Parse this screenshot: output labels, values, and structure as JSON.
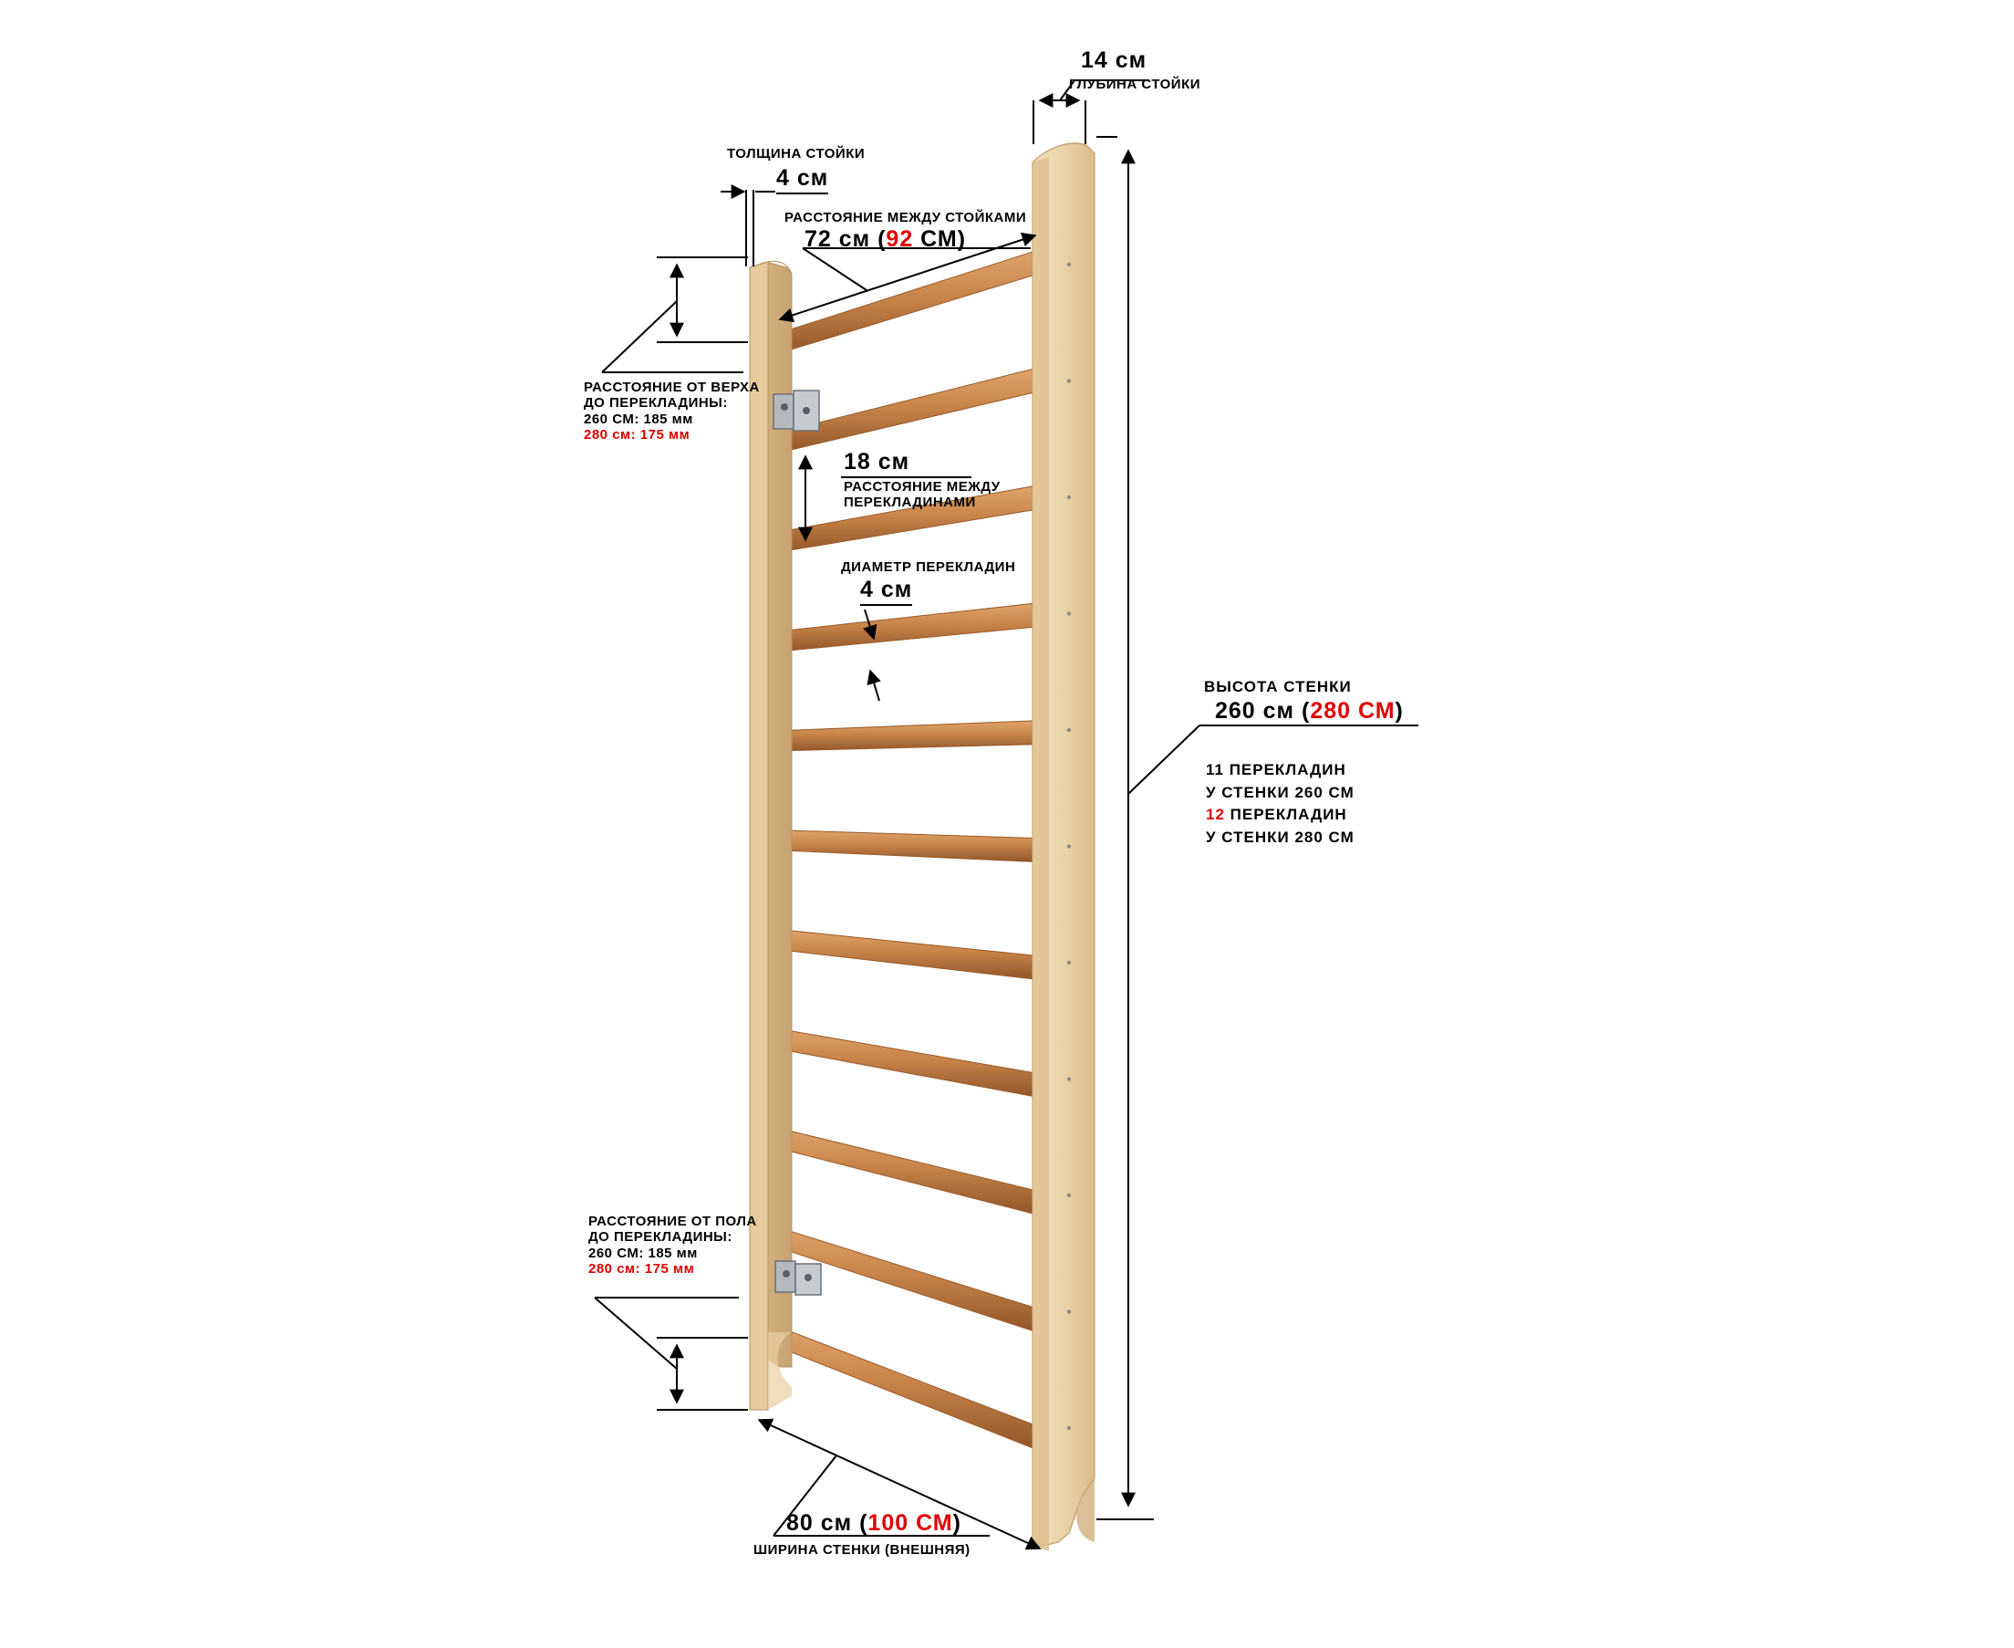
{
  "labels": {
    "depth_value": "14 см",
    "depth_caption": "ГЛУБИНА СТОЙКИ",
    "thickness_caption": "ТОЛЩИНА СТОЙКИ",
    "thickness_value": "4 см",
    "between_posts_caption": "РАССТОЯНИЕ МЕЖДУ СТОЙКАМИ",
    "between_posts_value_a": "72 см (",
    "between_posts_value_red": "92",
    "between_posts_value_b": " СМ)",
    "top_caption_1": "РАССТОЯНИЕ ОТ ВЕРХА",
    "top_caption_2": "ДО ПЕРЕКЛАДИНЫ:",
    "top_caption_3": "260 СМ: 185 мм",
    "top_caption_4": "280 см: 175 мм",
    "rung_gap_value": "18 см",
    "rung_gap_caption_1": "РАССТОЯНИЕ МЕЖДУ",
    "rung_gap_caption_2": "ПЕРЕКЛАДИНАМИ",
    "diameter_caption": "ДИАМЕТР ПЕРЕКЛАДИН",
    "diameter_value": "4 см",
    "height_caption": "ВЫСОТА СТЕНКИ",
    "height_value_a": "260 см (",
    "height_value_red": "280 СМ",
    "height_value_b": ")",
    "count_1": "11 ПЕРЕКЛАДИН",
    "count_2": "У СТЕНКИ  260 СМ",
    "count_3_red": "12",
    "count_3_rest": " ПЕРЕКЛАДИН",
    "count_4": "У СТЕНКИ 280 СМ",
    "floor_caption_1": "РАССТОЯНИЕ ОТ ПОЛА",
    "floor_caption_2": "ДО ПЕРЕКЛАДИНЫ:",
    "floor_caption_3": "260 СМ: 185 мм",
    "floor_caption_4": "280 см: 175 мм",
    "width_value_a": "80 см (",
    "width_value_red": "100 СМ",
    "width_value_b": ")",
    "width_caption": "ШИРИНА СТЕНКИ (ВНЕШНЯЯ)"
  },
  "colors": {
    "wood_post": "#e9d2a8",
    "wood_post_edge": "#c9a877",
    "rung": "#c88448",
    "rung_dark": "#9a5a28",
    "accent_red": "#e00000",
    "bracket": "#a8adb3"
  },
  "diagram": {
    "rung_count": 11
  }
}
